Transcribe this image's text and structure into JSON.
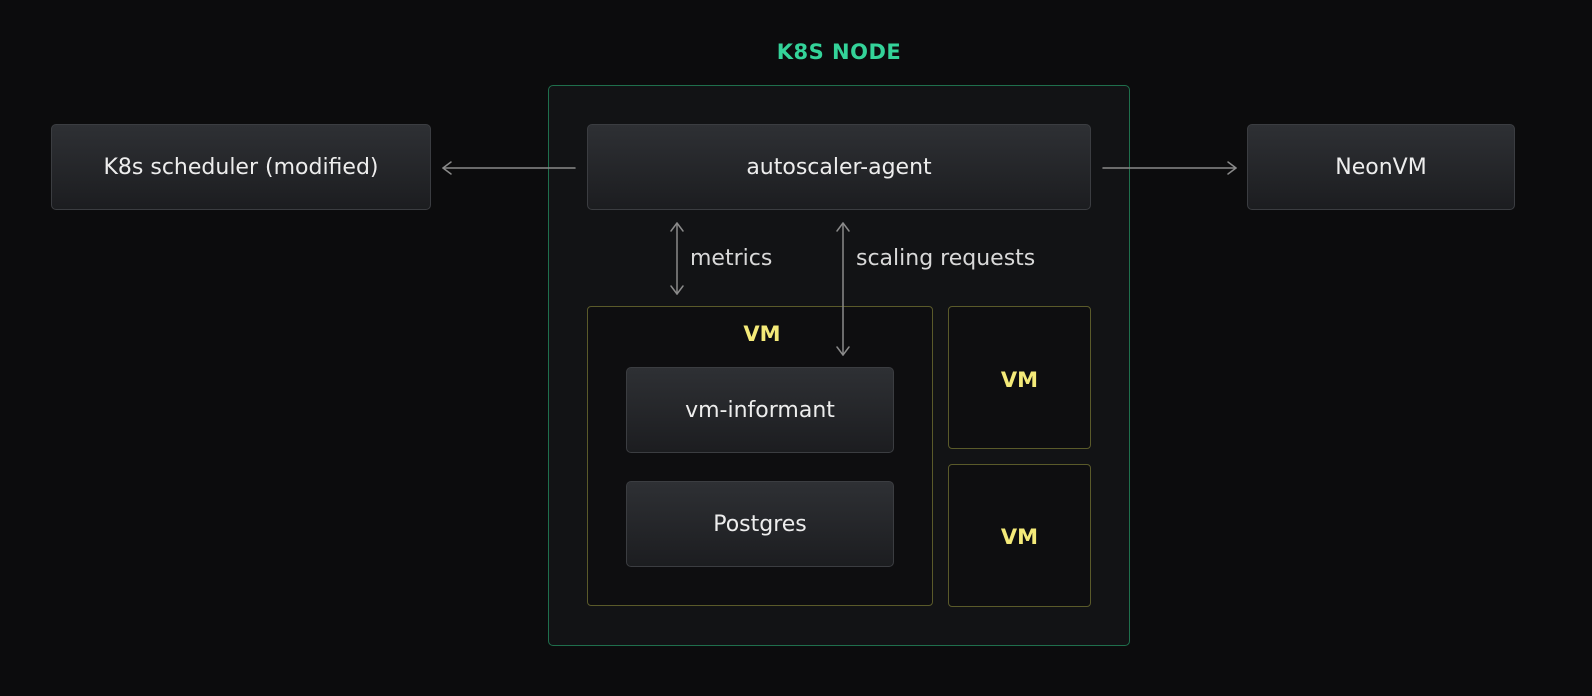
{
  "node": {
    "title": "K8S NODE"
  },
  "external": {
    "scheduler": "K8s scheduler (modified)",
    "neonvm": "NeonVM"
  },
  "agent": {
    "label": "autoscaler-agent"
  },
  "edges": {
    "metrics": "metrics",
    "scaling": "scaling requests"
  },
  "main_vm": {
    "label": "VM",
    "informant": "vm-informant",
    "postgres": "Postgres"
  },
  "other_vms": [
    {
      "label": "VM"
    },
    {
      "label": "VM"
    }
  ],
  "colors": {
    "background": "#0c0c0d",
    "node_border": "#1f6f4c",
    "node_title": "#34d399",
    "vm_border": "#5a5a2a",
    "vm_label": "#f4ea79",
    "arrow": "#8a8a8a"
  }
}
